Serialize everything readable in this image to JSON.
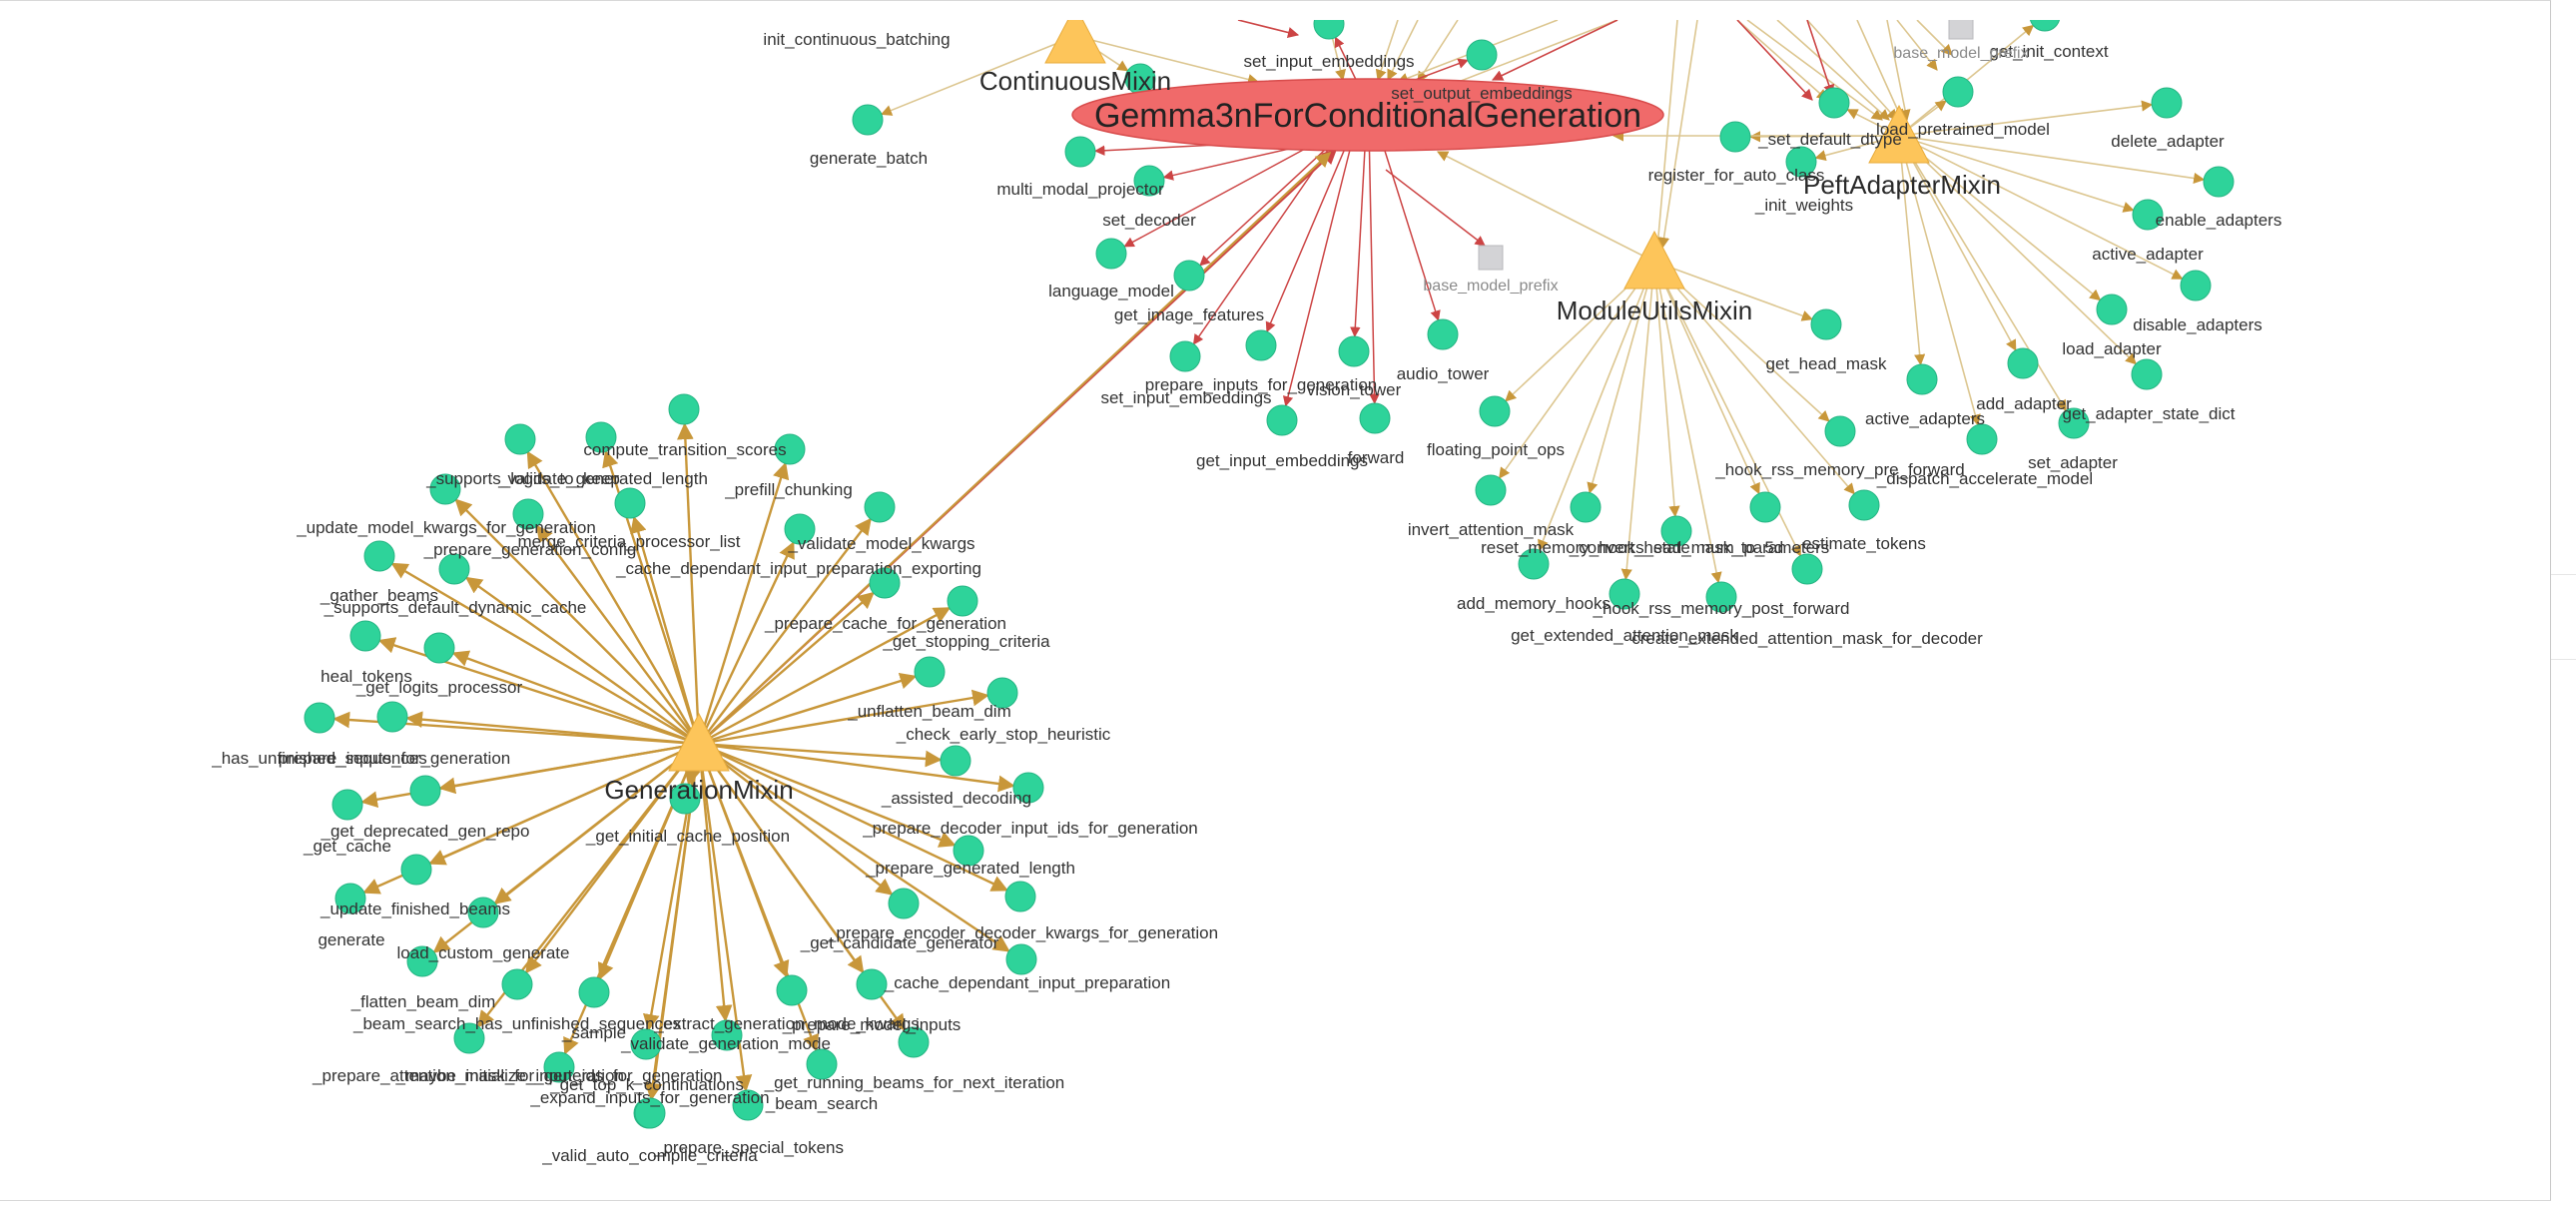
{
  "colors": {
    "background": "#ffffff",
    "method_node": "#2ed39a",
    "method_node_stroke": "#25b583",
    "mixin_node": "#fdc55a",
    "mixin_node_stroke": "#e8ac3c",
    "main_node": "#f06a6a",
    "main_node_stroke": "#d84c4c",
    "attr_node": "#d3d3d6",
    "edge_mixin": "#c8973a",
    "edge_main": "#cc4444",
    "edge_light": "#dcc690"
  },
  "graph": {
    "main_node": {
      "label": "Gemma3nForConditionalGeneration"
    },
    "mixins": [
      {
        "id": "continuous",
        "label": "ContinuousMixin"
      },
      {
        "id": "generation",
        "label": "GenerationMixin"
      },
      {
        "id": "moduleutils",
        "label": "ModuleUtilsMixin"
      },
      {
        "id": "peft",
        "label": "PeftAdapterMixin"
      }
    ],
    "attributes": [
      {
        "id": "bmp1",
        "label": "base_model_prefix"
      },
      {
        "id": "bmp2",
        "label": "base_model_prefix"
      }
    ],
    "methods": {
      "main": [
        "set_input_embeddings",
        "set_output_embeddings",
        "multi_modal_projector",
        "set_decoder",
        "language_model",
        "get_image_features",
        "set_input_embeddings",
        "prepare_inputs_for_generation",
        "vision_tower",
        "audio_tower",
        "get_input_embeddings",
        "forward"
      ],
      "continuous": [
        "init_continuous_batching",
        "generate_batch"
      ],
      "peft": [
        "get_init_context",
        "load_pretrained_model",
        "delete_adapter",
        "_set_default_dtype",
        "register_for_auto_class",
        "_init_weights",
        "enable_adapters",
        "active_adapter",
        "disable_adapters",
        "load_adapter",
        "add_adapter",
        "get_adapter_state_dict",
        "active_adapters",
        "set_adapter",
        "_dispatch_accelerate_model"
      ],
      "moduleutils": [
        "get_head_mask",
        "floating_point_ops",
        "_hook_rss_memory_pre_forward",
        "invert_attention_mask",
        "reset_memory_hooks_state",
        "_convert_head_mask_to_5d",
        "num_parameters",
        "estimate_tokens",
        "add_memory_hooks",
        "get_extended_attention_mask",
        "_hook_rss_memory_post_forward",
        "create_extended_attention_mask_for_decoder"
      ],
      "generation": [
        "compute_transition_scores",
        "_supports_logits_to_keep",
        "_validate_generated_length",
        "_prefill_chunking",
        "_update_model_kwargs_for_generation",
        "_prepare_generation_config",
        "_validate_model_kwargs",
        "merge_criteria_processor_list",
        "_cache_dependant_input_preparation_exporting",
        "_gather_beams",
        "_supports_default_dynamic_cache",
        "_prepare_cache_for_generation",
        "heal_tokens",
        "_get_logits_processor",
        "_get_stopping_criteria",
        "_unflatten_beam_dim",
        "_check_early_stop_heuristic",
        "_has_unfinished_sequences",
        "prepare_inputs_for_generation",
        "_assisted_decoding",
        "_prepare_decoder_input_ids_for_generation",
        "_get_deprecated_gen_repo",
        "_get_initial_cache_position",
        "_prepare_generated_length",
        "_get_cache",
        "_update_finished_beams",
        "_prepare_encoder_decoder_kwargs_for_generation",
        "generate",
        "load_custom_generate",
        "_get_candidate_generator",
        "_cache_dependant_input_preparation",
        "_flatten_beam_dim",
        "_prepare_model_inputs",
        "_beam_search_has_unfinished_sequences",
        "_sample",
        "_validate_generation_mode",
        "_extract_generation_mode_kwargs",
        "_prepare_attention_mask_for_generation",
        "_get_top_k_continuations",
        "_maybe_initialize_input_ids_for_generation",
        "_beam_search",
        "_get_running_beams_for_next_iteration",
        "_expand_inputs_for_generation",
        "_prepare_special_tokens",
        "_valid_auto_compile_criteria"
      ]
    }
  }
}
